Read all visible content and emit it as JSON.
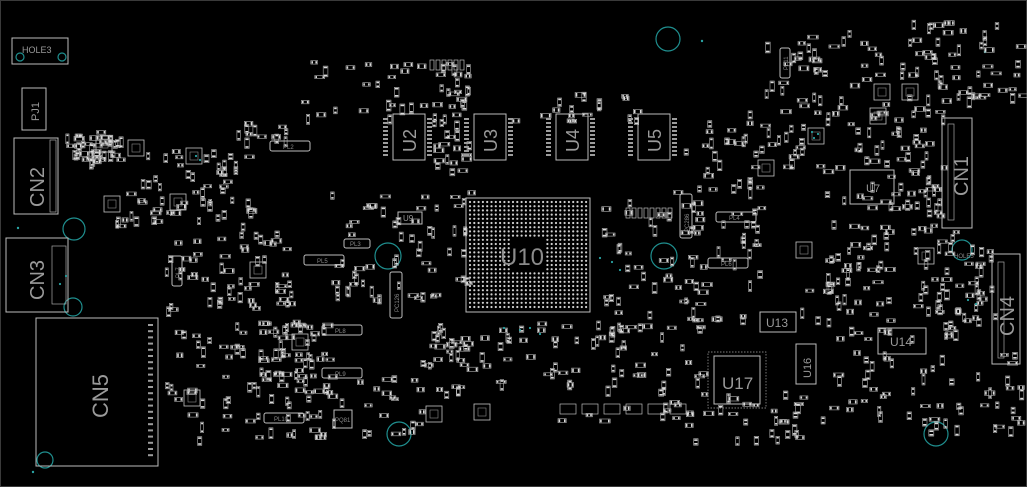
{
  "board": {
    "labels": {
      "hole3": "HOLE3",
      "hole5": "HOLE5",
      "pj1": "PJ1",
      "cn1": "CN1",
      "cn2": "CN2",
      "cn3": "CN3",
      "cn4": "CN4",
      "cn5": "CN5",
      "u2": "U2",
      "u3": "U3",
      "u4": "U4",
      "u5": "U5",
      "u7": "U7",
      "u9": "U9",
      "u10": "U10",
      "u13": "U13",
      "u14": "U14",
      "u16": "U16",
      "u17": "U17",
      "pl2": "PL2",
      "pl3": "PL3",
      "pl4": "PL4",
      "pl5": "PL5",
      "pl6": "PL6",
      "pl7": "PL7",
      "pl8": "PL8",
      "pl9": "PL9",
      "pl10": "PL10",
      "pl11": "PL11",
      "pq81": "PQ81",
      "pc126": "PC126",
      "pc286": "PC286"
    },
    "colors": {
      "background": "#000000",
      "silkscreen": "#bdbdbd",
      "label": "#9a9a9a",
      "mounting_hole": "#1f8f8f"
    }
  }
}
